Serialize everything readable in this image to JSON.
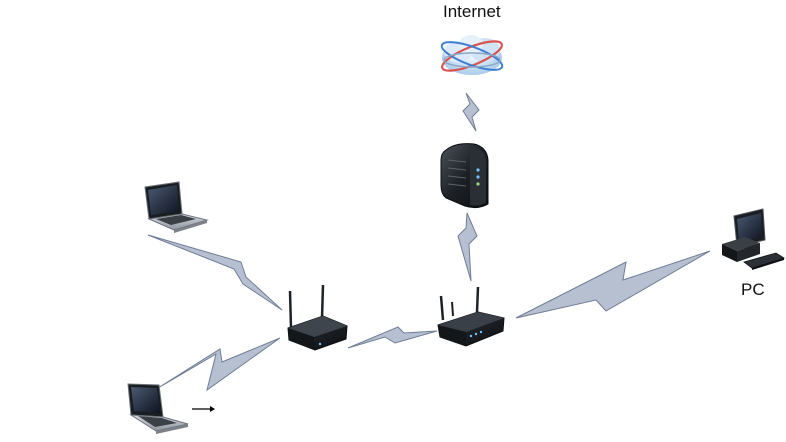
{
  "nodes": {
    "internet": {
      "label": "Internet",
      "icon": "cloud-icon"
    },
    "modem": {
      "icon": "modem-icon"
    },
    "main_router": {
      "icon": "wireless-router-icon"
    },
    "access_point": {
      "icon": "access-point-icon"
    },
    "laptop_top": {
      "icon": "laptop-icon"
    },
    "laptop_bottom": {
      "icon": "laptop-icon"
    },
    "pc": {
      "label": "PC",
      "icon": "desktop-pc-icon"
    }
  },
  "links": [
    {
      "from": "internet",
      "to": "modem",
      "type": "wireless"
    },
    {
      "from": "modem",
      "to": "main_router",
      "type": "wireless"
    },
    {
      "from": "main_router",
      "to": "pc",
      "type": "wireless"
    },
    {
      "from": "access_point",
      "to": "main_router",
      "type": "wireless"
    },
    {
      "from": "laptop_top",
      "to": "access_point",
      "type": "wireless"
    },
    {
      "from": "laptop_bottom",
      "to": "access_point",
      "type": "wireless"
    }
  ],
  "colors": {
    "link_fill": "#b7c0d1",
    "link_stroke": "#6f7d96",
    "device_dark": "#1e2226",
    "cloud_blue": "#7fb6e6",
    "cloud_red": "#d9534f"
  }
}
